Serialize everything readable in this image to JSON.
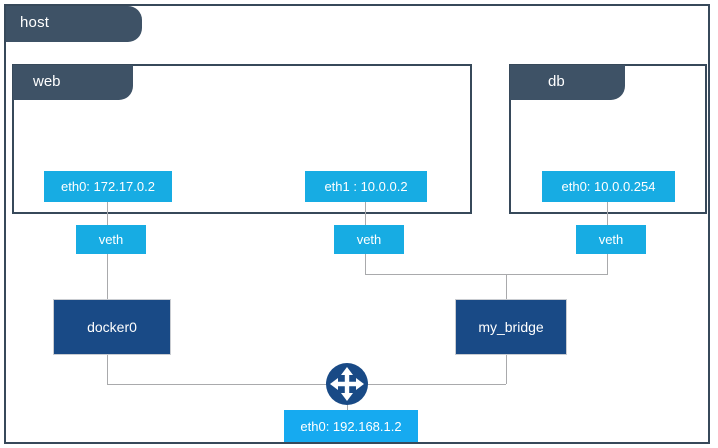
{
  "host": {
    "label": "host",
    "tab_color": "#3e5266",
    "border_color": "#37495a"
  },
  "namespaces": [
    {
      "name": "web",
      "label": "web"
    },
    {
      "name": "db",
      "label": "db"
    }
  ],
  "interfaces": [
    {
      "name": "web-eth0",
      "label": "eth0: 172.17.0.2",
      "color": "#17ace3"
    },
    {
      "name": "web-eth1",
      "label": "eth1 : 10.0.0.2",
      "color": "#17ace3"
    },
    {
      "name": "db-eth0",
      "label": "eth0: 10.0.0.254",
      "color": "#17ace3"
    },
    {
      "name": "host-eth0",
      "label": "eth0: 192.168.1.2",
      "color": "#16aaf0"
    }
  ],
  "veths": [
    {
      "name": "veth-web-eth0",
      "label": "veth"
    },
    {
      "name": "veth-web-eth1",
      "label": "veth"
    },
    {
      "name": "veth-db-eth0",
      "label": "veth"
    }
  ],
  "bridges": [
    {
      "name": "docker0",
      "label": "docker0",
      "color": "#194a86"
    },
    {
      "name": "my_bridge",
      "label": "my_bridge",
      "color": "#194a86"
    }
  ],
  "router": {
    "name": "router",
    "icon": "router-arrows-icon",
    "circle_color": "#194a86",
    "arrow_color": "#ffffff"
  },
  "connector_color": "#a9aaac"
}
